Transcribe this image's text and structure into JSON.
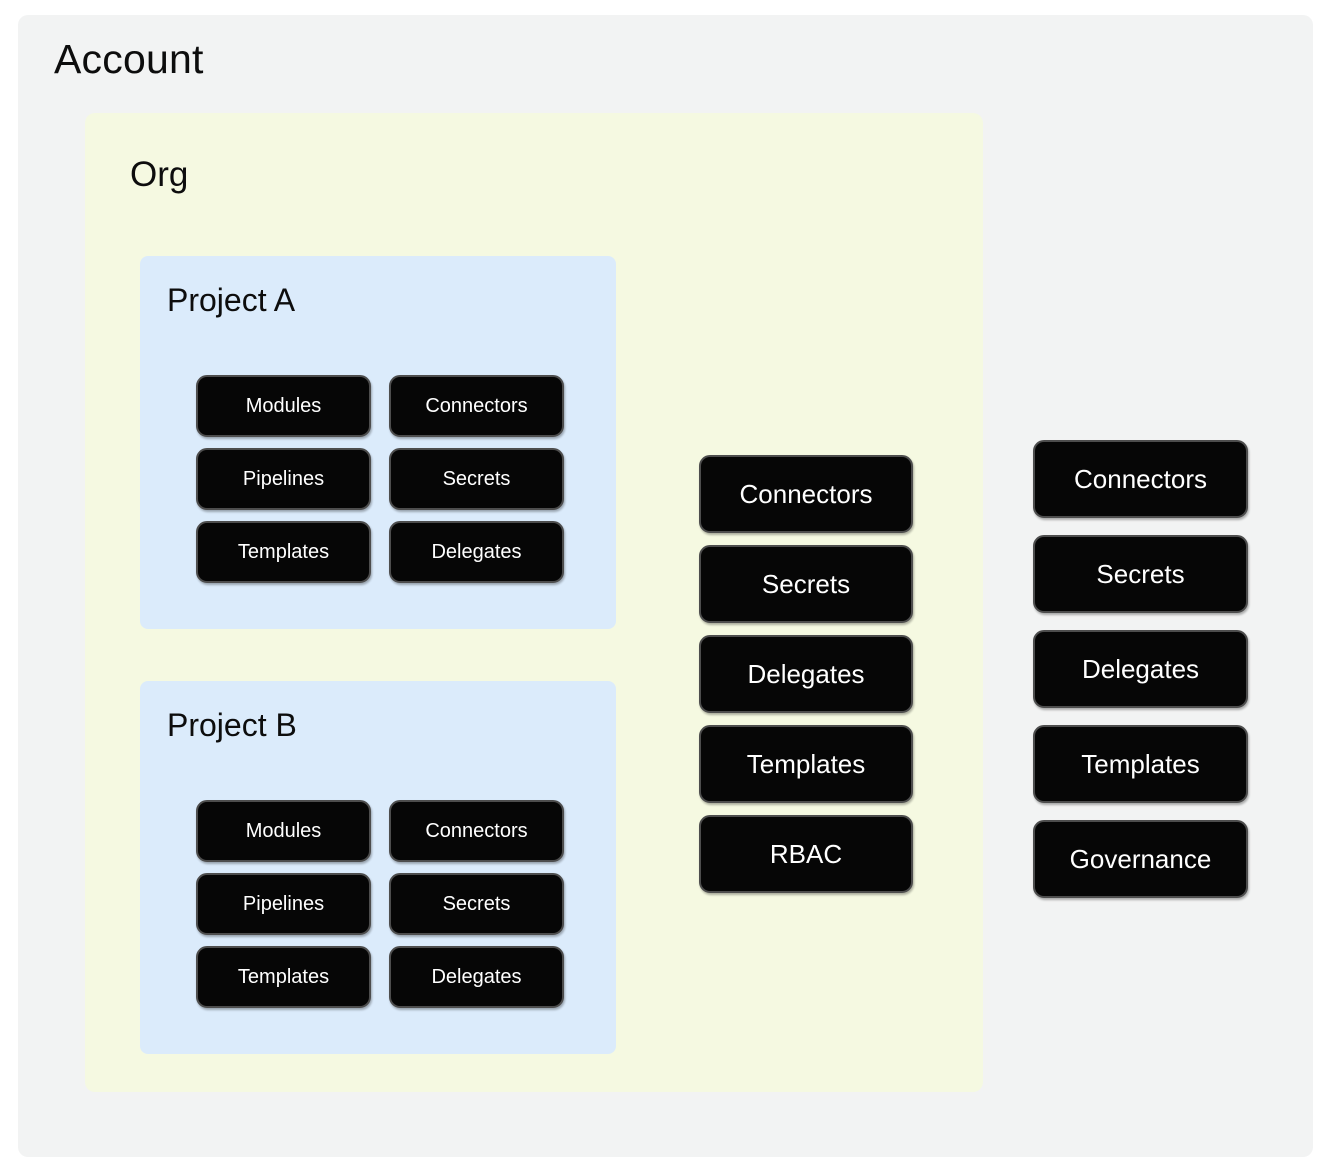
{
  "diagram": {
    "type": "hierarchy-scope-diagram",
    "colors": {
      "account_background": "#f2f3f3",
      "org_background": "#f5f9e1",
      "project_background": "#dbebfb",
      "chip_background": "#060606",
      "chip_border": "#4d4d4d",
      "chip_text": "#ffffff",
      "title_text": "#0d0d0d",
      "page_background": "#ffffff"
    }
  },
  "account": {
    "title": "Account",
    "resources": [
      {
        "label": "Connectors"
      },
      {
        "label": "Secrets"
      },
      {
        "label": "Delegates"
      },
      {
        "label": "Templates"
      },
      {
        "label": "Governance"
      }
    ]
  },
  "org": {
    "title": "Org",
    "resources": [
      {
        "label": "Connectors"
      },
      {
        "label": "Secrets"
      },
      {
        "label": "Delegates"
      },
      {
        "label": "Templates"
      },
      {
        "label": "RBAC"
      }
    ]
  },
  "projects": [
    {
      "title": "Project A",
      "resources": [
        {
          "label": "Modules"
        },
        {
          "label": "Connectors"
        },
        {
          "label": "Pipelines"
        },
        {
          "label": "Secrets"
        },
        {
          "label": "Templates"
        },
        {
          "label": "Delegates"
        }
      ]
    },
    {
      "title": "Project B",
      "resources": [
        {
          "label": "Modules"
        },
        {
          "label": "Connectors"
        },
        {
          "label": "Pipelines"
        },
        {
          "label": "Secrets"
        },
        {
          "label": "Templates"
        },
        {
          "label": "Delegates"
        }
      ]
    }
  ]
}
